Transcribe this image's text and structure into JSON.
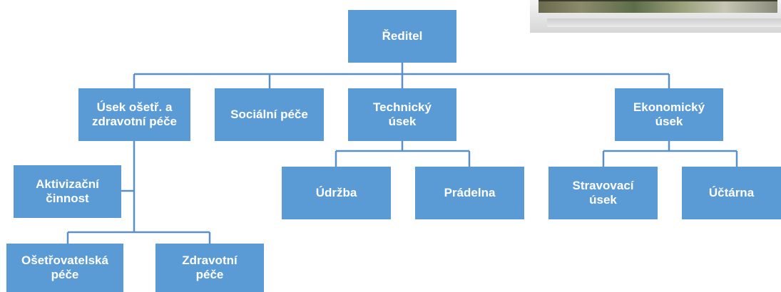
{
  "nodes": {
    "reditel": "Ředitel",
    "usek_osetr": "Úsek ošetř. a\nzdravotní péče",
    "socialni_pece": "Sociální péče",
    "technicky_usek": "Technický\núsek",
    "ekonomicky_usek": "Ekonomický\núsek",
    "aktivizacni": "Aktivizační\nčinnost",
    "osetrovatelska": "Ošetřovatelská\npéče",
    "zdravotni_pece": "Zdravotní\npéče",
    "udrzba": "Údržba",
    "pradelna": "Prádelna",
    "stravovaci": "Stravovací\núsek",
    "uctarna": "Účtárna"
  },
  "colors": {
    "box": "#5b9bd5",
    "line": "#5b8fc8",
    "text": "#ffffff"
  }
}
